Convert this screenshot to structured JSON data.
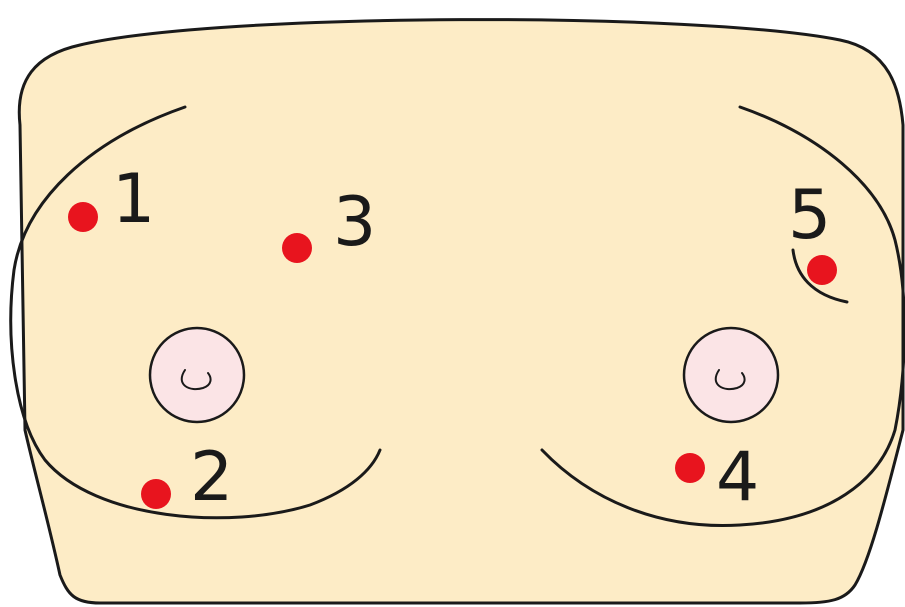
{
  "colors": {
    "skin": "#fdecc6",
    "areola": "#fbe4e6",
    "dot": "#e8141e",
    "outline": "#1a1a1a"
  },
  "points": [
    {
      "id": "1",
      "label": "1"
    },
    {
      "id": "2",
      "label": "2"
    },
    {
      "id": "3",
      "label": "3"
    },
    {
      "id": "4",
      "label": "4"
    },
    {
      "id": "5",
      "label": "5"
    }
  ]
}
